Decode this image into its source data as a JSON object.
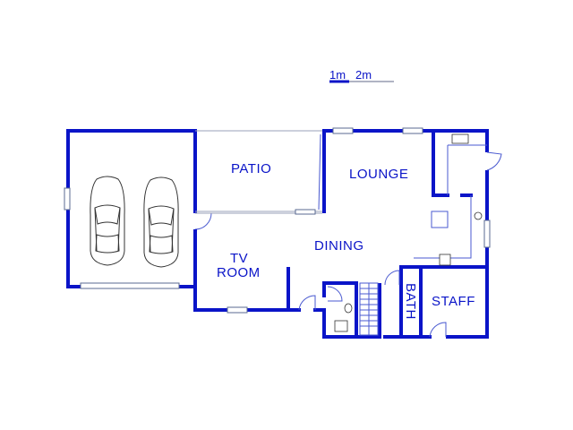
{
  "scale": {
    "label_1": "1m",
    "label_2": "2m"
  },
  "rooms": {
    "patio": "PATIO",
    "lounge": "LOUNGE",
    "dining": "DINING",
    "tv_line1": "TV",
    "tv_line2": "ROOM",
    "bath": "BATH",
    "staff": "STAFF"
  },
  "colors": {
    "wall": "#0a14c8",
    "window": "#5a6a90",
    "fixture": "#333333"
  }
}
